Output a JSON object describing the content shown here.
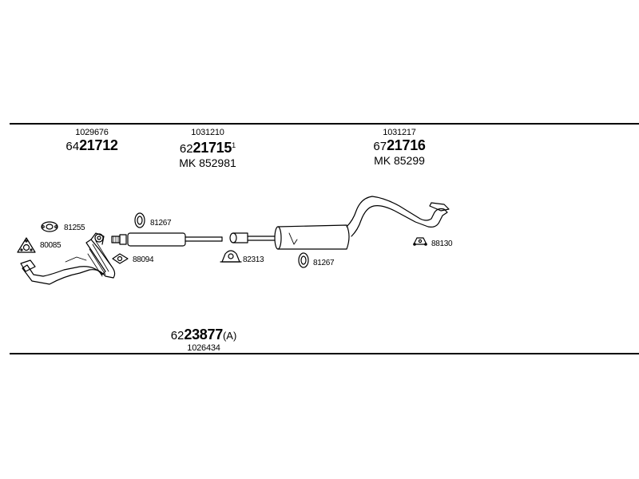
{
  "groups": [
    {
      "ref": "1029676",
      "prefix": "64",
      "number": "21712"
    },
    {
      "ref": "1031210",
      "prefix": "62",
      "number": "21715",
      "mark": "1",
      "mk_label": "MK",
      "mk_number": "85298",
      "mk_mark": "1"
    },
    {
      "ref": "1031217",
      "prefix": "67",
      "number": "21716",
      "mk_label": "MK",
      "mk_number": "85299"
    }
  ],
  "labels": {
    "l81255": "81255",
    "l80085": "80085",
    "l81267a": "81267",
    "l88094": "88094",
    "l82313": "82313",
    "l81267b": "81267",
    "l88130": "88130"
  },
  "bottom_group": {
    "prefix": "62",
    "number": "23877",
    "suffix": "(A)",
    "ref": "1026434"
  }
}
